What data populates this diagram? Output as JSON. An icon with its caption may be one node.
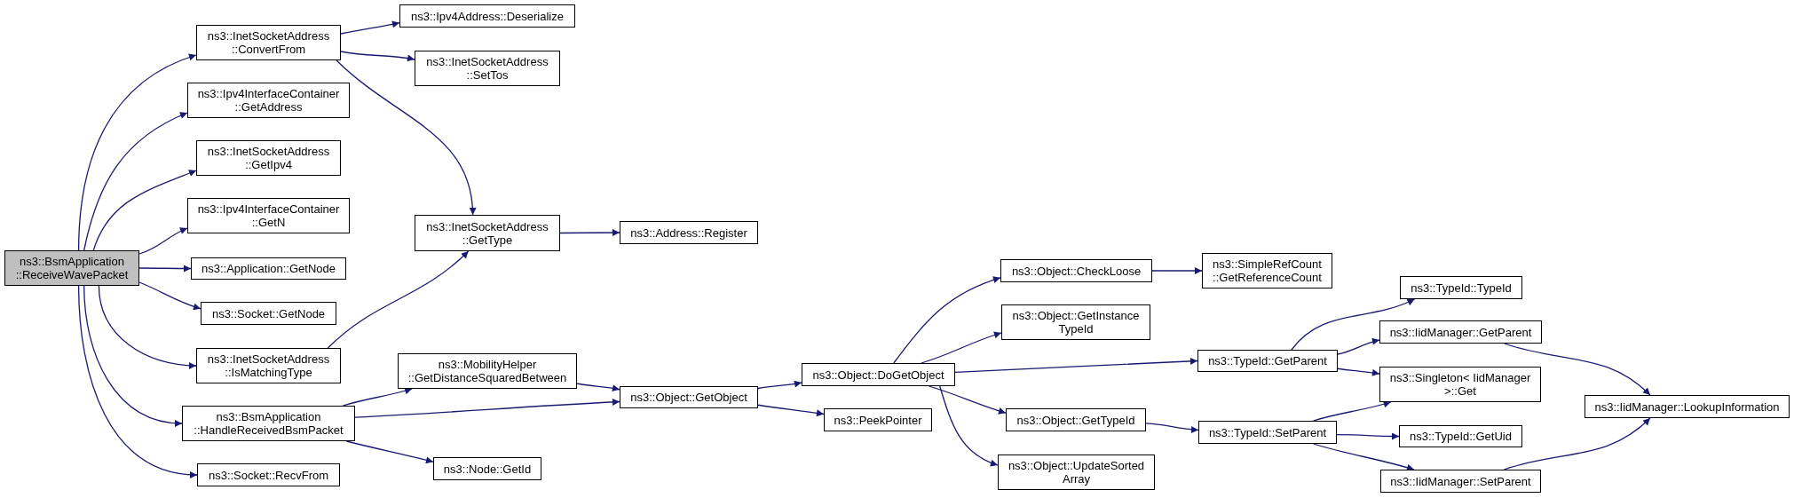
{
  "diagram": {
    "nodes": [
      {
        "text": [
          "ns3::BsmApplication ::ReceiveWavePacket"
        ]
      },
      {
        "text": [
          "ns3::InetSocketAddress ::ConvertFrom"
        ]
      },
      {
        "text": [
          "ns3::Ipv4InterfaceContainer ::GetAddress"
        ]
      },
      {
        "text": [
          "ns3::InetSocketAddress ::GetIpv4"
        ]
      },
      {
        "text": [
          "ns3::Ipv4InterfaceContainer ::GetN"
        ]
      },
      {
        "text": [
          "ns3::Application::GetNode"
        ]
      },
      {
        "text": [
          "ns3::Socket::GetNode"
        ]
      },
      {
        "text": [
          "ns3::InetSocketAddress ::IsMatchingType"
        ]
      },
      {
        "text": [
          "ns3::BsmApplication ::HandleReceivedBsmPacket"
        ]
      },
      {
        "text": [
          "ns3::Socket::RecvFrom"
        ]
      },
      {
        "text": [
          "ns3::Ipv4Address::Deserialize"
        ]
      },
      {
        "text": [
          "ns3::InetSocketAddress ::SetTos"
        ]
      },
      {
        "text": [
          "ns3::InetSocketAddress ::GetType"
        ]
      },
      {
        "text": [
          "ns3::MobilityHelper ::GetDistanceSquaredBetween"
        ]
      },
      {
        "text": [
          "ns3::Node::GetId"
        ]
      },
      {
        "text": [
          "ns3::Address::Register"
        ]
      },
      {
        "text": [
          "ns3::Object::GetObject"
        ]
      },
      {
        "text": [
          "ns3::Object::DoGetObject"
        ]
      },
      {
        "text": [
          "ns3::PeekPointer"
        ]
      },
      {
        "text": [
          "ns3::Object::CheckLoose"
        ]
      },
      {
        "text": [
          "ns3::Object::GetInstance TypeId"
        ]
      },
      {
        "text": [
          "ns3::Object::GetTypeId"
        ]
      },
      {
        "text": [
          "ns3::Object::UpdateSorted Array"
        ]
      },
      {
        "text": [
          "ns3::SimpleRefCount ::GetReferenceCount"
        ]
      },
      {
        "text": [
          "ns3::TypeId::GetParent"
        ]
      },
      {
        "text": [
          "ns3::TypeId::SetParent"
        ]
      },
      {
        "text": [
          "ns3::TypeId::TypeId"
        ]
      },
      {
        "text": [
          "ns3::IidManager::GetParent"
        ]
      },
      {
        "text": [
          "ns3::Singleton< IidManager >::Get"
        ]
      },
      {
        "text": [
          "ns3::TypeId::GetUid"
        ]
      },
      {
        "text": [
          "ns3::IidManager::SetParent"
        ]
      },
      {
        "text": [
          "ns3::IidManager::LookupInformation"
        ]
      }
    ],
    "edges": [
      {
        "from": 0,
        "to": 1,
        "arrow": "to"
      },
      {
        "from": 0,
        "to": 2,
        "arrow": "to"
      },
      {
        "from": 0,
        "to": 3,
        "arrow": "to"
      },
      {
        "from": 0,
        "to": 4,
        "arrow": "to"
      },
      {
        "from": 0,
        "to": 5,
        "arrow": "to"
      },
      {
        "from": 0,
        "to": 6,
        "arrow": "to"
      },
      {
        "from": 0,
        "to": 7,
        "arrow": "to"
      },
      {
        "from": 0,
        "to": 8,
        "arrow": "to"
      },
      {
        "from": 0,
        "to": 9,
        "arrow": "to"
      },
      {
        "from": 1,
        "to": 10,
        "arrow": "to"
      },
      {
        "from": 1,
        "to": 11,
        "arrow": "to"
      },
      {
        "from": 1,
        "to": 12,
        "arrow": "to"
      },
      {
        "from": 7,
        "to": 12,
        "arrow": "to"
      },
      {
        "from": 12,
        "to": 15,
        "arrow": "to"
      },
      {
        "from": 8,
        "to": 13,
        "arrow": "to"
      },
      {
        "from": 8,
        "to": 16,
        "arrow": "to"
      },
      {
        "from": 8,
        "to": 14,
        "arrow": "to"
      },
      {
        "from": 13,
        "to": 16,
        "arrow": "to"
      },
      {
        "from": 16,
        "to": 17,
        "arrow": "to"
      },
      {
        "from": 16,
        "to": 18,
        "arrow": "to"
      },
      {
        "from": 17,
        "to": 19,
        "arrow": "to"
      },
      {
        "from": 17,
        "to": 20,
        "arrow": "to"
      },
      {
        "from": 17,
        "to": 24,
        "arrow": "to"
      },
      {
        "from": 17,
        "to": 21,
        "arrow": "to"
      },
      {
        "from": 17,
        "to": 22,
        "arrow": "to"
      },
      {
        "from": 19,
        "to": 23,
        "arrow": "to"
      },
      {
        "from": 24,
        "to": 26,
        "arrow": "to"
      },
      {
        "from": 24,
        "to": 27,
        "arrow": "to"
      },
      {
        "from": 24,
        "to": 28,
        "arrow": "to"
      },
      {
        "from": 21,
        "to": 25,
        "arrow": "to"
      },
      {
        "from": 25,
        "to": 28,
        "arrow": "to"
      },
      {
        "from": 25,
        "to": 29,
        "arrow": "to"
      },
      {
        "from": 25,
        "to": 30,
        "arrow": "to"
      },
      {
        "from": 27,
        "to": 31,
        "arrow": "to"
      },
      {
        "from": 30,
        "to": 31,
        "arrow": "to"
      }
    ]
  }
}
